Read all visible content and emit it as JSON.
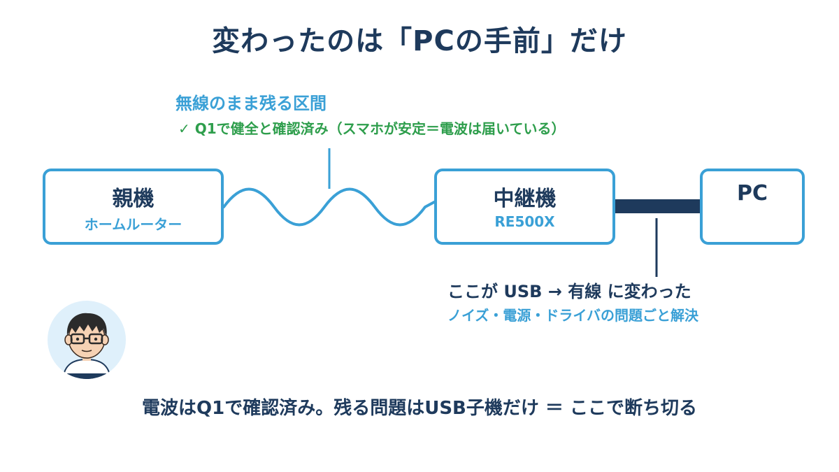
{
  "title": "変わったのは「PCの手前」だけ",
  "wireless": {
    "label": "無線のまま残る区間",
    "note": "✓ Q1で健全と確認済み（スマホが安定＝電波は届いている）"
  },
  "nodes": [
    {
      "name": "親機",
      "sub": "ホームルーター"
    },
    {
      "name": "中継機",
      "sub": "RE500X"
    },
    {
      "name": "PC",
      "sub": ""
    }
  ],
  "usb": {
    "label": "ここが USB → 有線 に変わった",
    "note": "ノイズ・電源・ドライバの問題ごと解決"
  },
  "bottom_text": "電波はQ1で確認済み。残る問題はUSB子機だけ ＝ ここで断ち切る",
  "colors": {
    "navy": "#1e3a5c",
    "accent": "#3aa0d6",
    "green": "#2e9e4c",
    "avatar_bg": "#dff0fb"
  }
}
